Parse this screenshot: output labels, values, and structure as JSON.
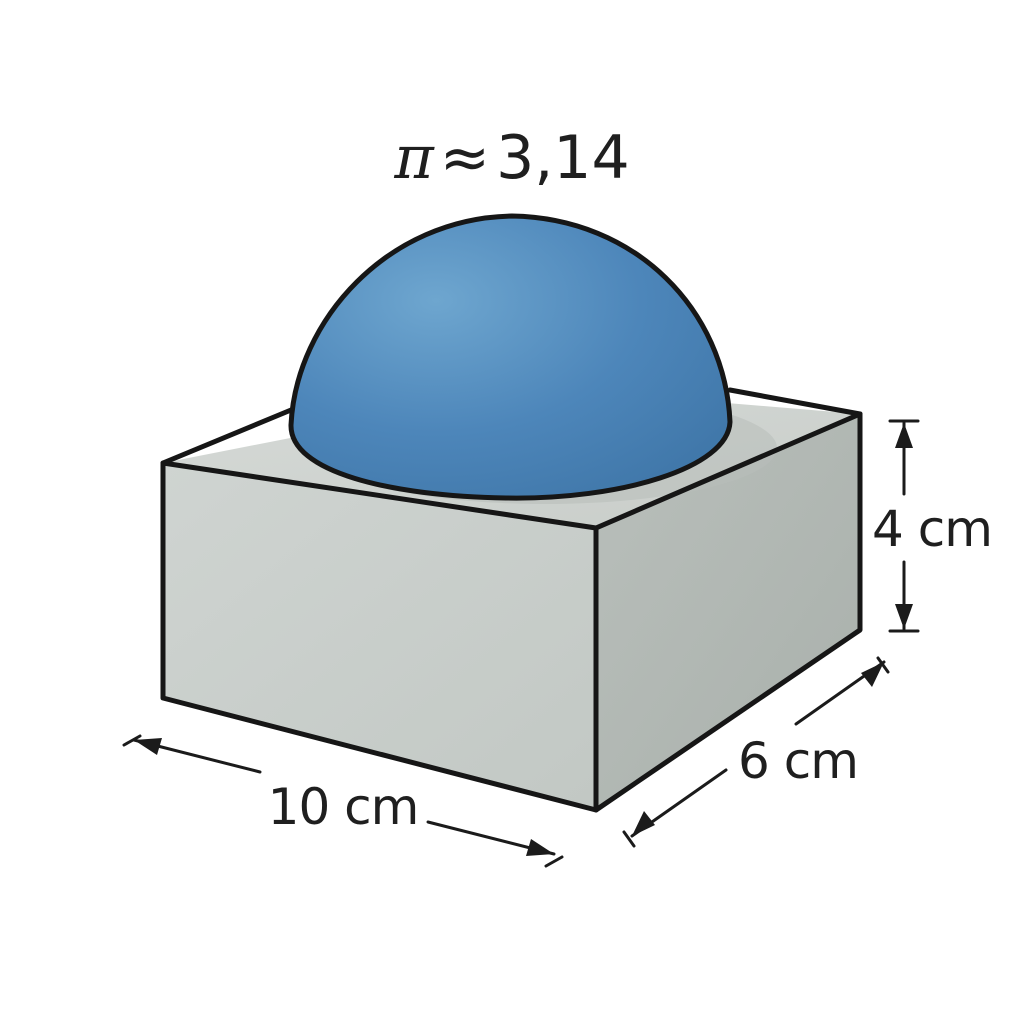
{
  "pi_note": {
    "symbol": "π",
    "approx_sign": "≈",
    "value": "3,14"
  },
  "dimensions": {
    "length": "10 cm",
    "depth": "6 cm",
    "height": "4 cm"
  },
  "colors": {
    "hemisphere": "#4a83b8",
    "hemisphere_highlight": "#6aa3cc",
    "box_front": "#c9cecb",
    "box_side": "#b2b8b4",
    "box_top": "#d3d7d4",
    "outline": "#161616"
  }
}
